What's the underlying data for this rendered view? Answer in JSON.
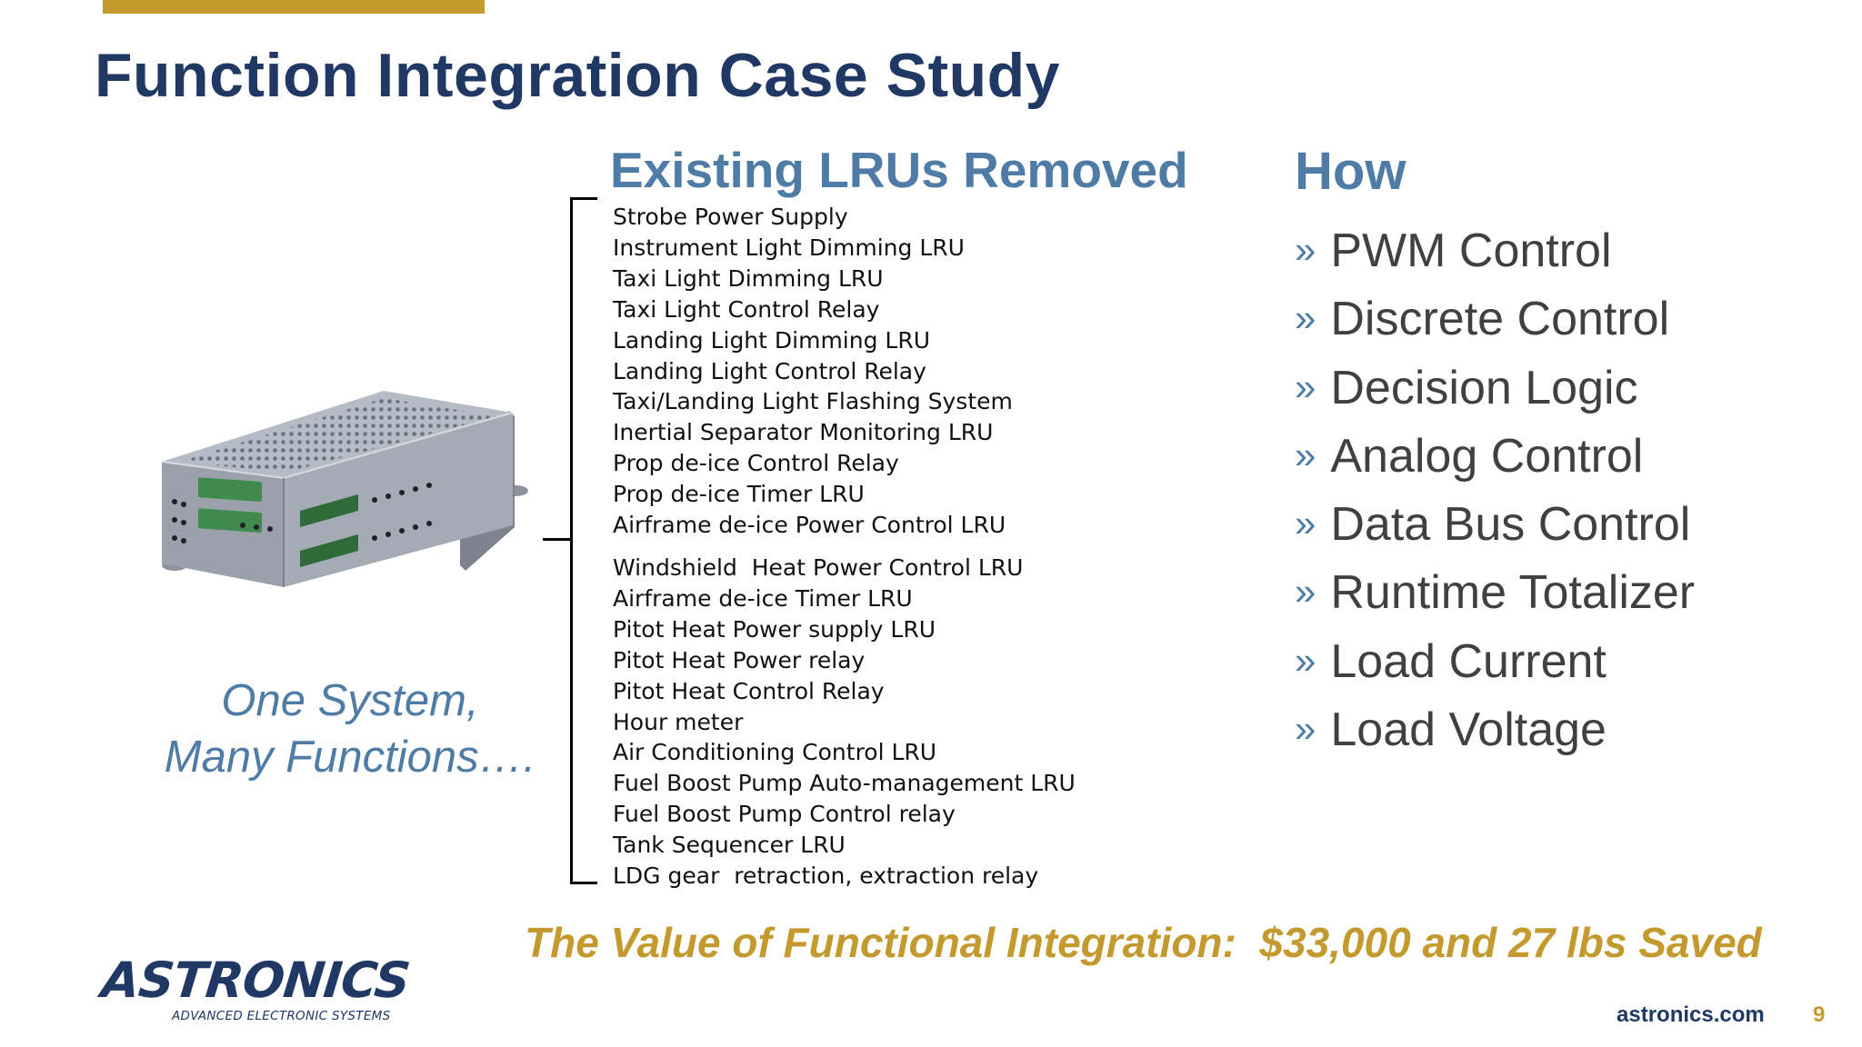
{
  "slide": {
    "title": "Function Integration Case Study",
    "tagline_line1": "One System,",
    "tagline_line2": "Many Functions….",
    "lru_heading": "Existing LRUs Removed",
    "lru_items": [
      "Strobe Power Supply",
      "Instrument Light Dimming LRU",
      "Taxi Light Dimming LRU",
      "Taxi Light Control Relay",
      "Landing Light Dimming LRU",
      "Landing Light Control Relay",
      "Taxi/Landing Light Flashing System",
      "Inertial Separator Monitoring LRU",
      "Prop de-ice Control Relay",
      "Prop de-ice Timer LRU",
      "Airframe de-ice Power Control LRU",
      "Windshield  Heat Power Control LRU",
      "Airframe de-ice Timer LRU",
      "Pitot Heat Power supply LRU",
      "Pitot Heat Power relay",
      "Pitot Heat Control Relay",
      "Hour meter",
      "Air Conditioning Control LRU",
      "Fuel Boost Pump Auto-management LRU",
      "Fuel Boost Pump Control relay",
      "Tank Sequencer LRU",
      "LDG gear  retraction, extraction relay"
    ],
    "how_heading": "How",
    "how_bullet": "»",
    "how_items": [
      "PWM Control",
      "Discrete Control",
      "Decision Logic",
      "Analog Control",
      "Data Bus Control",
      "Runtime Totalizer",
      "Load Current",
      "Load Voltage"
    ],
    "value_banner": "The Value of Functional Integration:  $33,000 and 27 lbs Saved"
  },
  "footer": {
    "logo_text": "ASTRONICS",
    "logo_tagline": "ADVANCED ELECTRONIC SYSTEMS",
    "website": "astronics.com",
    "page_number": "9"
  },
  "colors": {
    "title": "#1f3864",
    "accent_gold": "#c49a2e",
    "heading_blue": "#4f7ca6",
    "body_gray": "#404040"
  }
}
